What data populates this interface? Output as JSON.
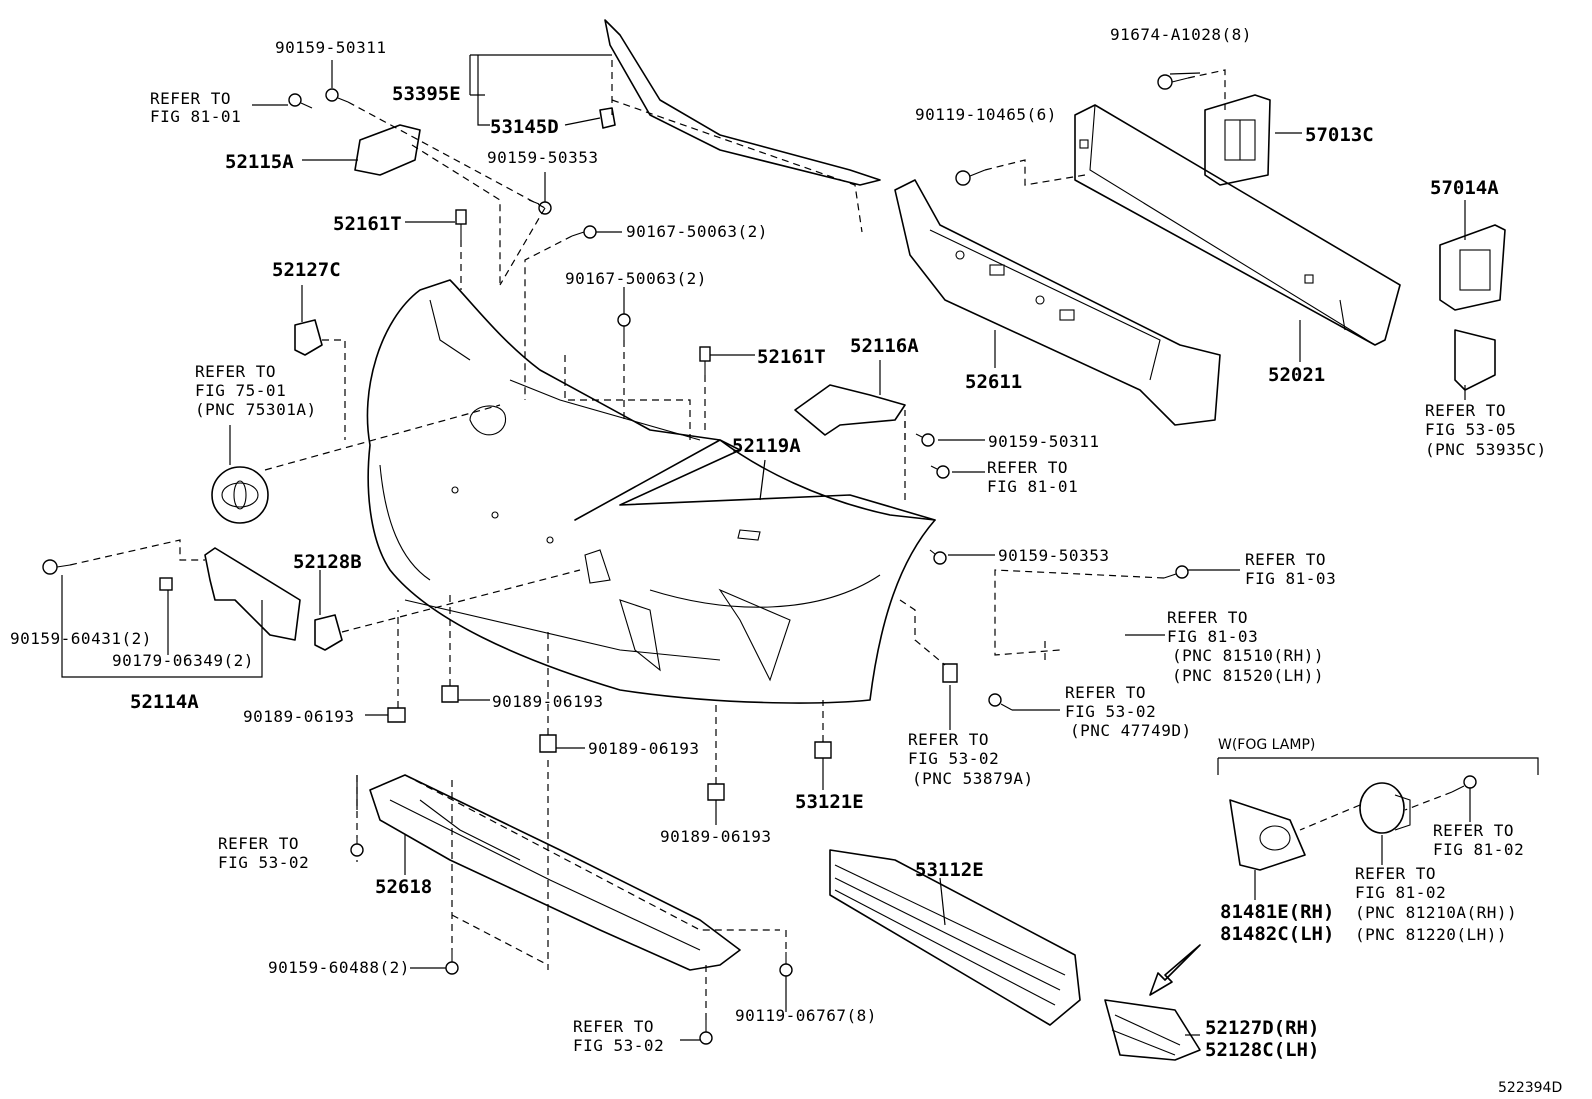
{
  "diagram_id": "522394D",
  "parts": {
    "p53395E": "53395E",
    "p53145D": "53145D",
    "p52115A": "52115A",
    "p52161T_a": "52161T",
    "p52161T_b": "52161T",
    "p52127C": "52127C",
    "p52116A": "52116A",
    "p52119A": "52119A",
    "p52128B": "52128B",
    "p52114A": "52114A",
    "p52611": "52611",
    "p52021": "52021",
    "p57013C": "57013C",
    "p57014A": "57014A",
    "p53121E": "53121E",
    "p52618": "52618",
    "p53112E": "53112E",
    "p81481E": "81481E(RH)",
    "p81482C": "81482C(LH)",
    "p52127D": "52127D(RH)",
    "p52128C": "52128C(LH)"
  },
  "fasteners": {
    "f90159_50311_top": "90159-50311",
    "f90159_50353_top": "90159-50353",
    "f90167_50063_a": "90167-50063(2)",
    "f90167_50063_b": "90167-50063(2)",
    "f91674_A1028": "91674-A1028(8)",
    "f90119_10465": "90119-10465(6)",
    "f90159_50311_mid": "90159-50311",
    "f90159_50353_mid": "90159-50353",
    "f90159_60431": "90159-60431(2)",
    "f90179_06349": "90179-06349(2)",
    "f90189_06193_a": "90189-06193",
    "f90189_06193_b": "90189-06193",
    "f90189_06193_c": "90189-06193",
    "f90189_06193_d": "90189-06193",
    "f90159_60488": "90159-60488(2)",
    "f90119_06767": "90119-06767(8)"
  },
  "references": {
    "r_top_left": [
      "REFER TO",
      "FIG 81-01"
    ],
    "r_emblem": [
      "REFER TO",
      "FIG 75-01",
      "(PNC 75301A)"
    ],
    "r_mid_81_01": [
      "REFER TO",
      "FIG 81-01"
    ],
    "r_81_03_a": [
      "REFER TO",
      "FIG 81-03"
    ],
    "r_81_03_b": [
      "REFER TO",
      "FIG 81-03",
      "(PNC 81510(RH))",
      "(PNC 81520(LH))"
    ],
    "r_53_02_a": [
      "REFER TO",
      "FIG 53-02",
      "(PNC 47749D)"
    ],
    "r_53_02_b": [
      "REFER TO",
      "FIG 53-02",
      "(PNC 53879A)"
    ],
    "r_53_05": [
      "REFER TO",
      "FIG 53-05",
      "(PNC 53935C)"
    ],
    "r_53_02_c": [
      "REFER TO",
      "FIG 53-02"
    ],
    "r_53_02_d": [
      "REFER TO",
      "FIG 53-02"
    ],
    "r_81_02_a": [
      "REFER TO",
      "FIG 81-02"
    ],
    "r_81_02_b": [
      "REFER TO",
      "FIG 81-02",
      "(PNC 81210A(RH))",
      "(PNC 81220(LH))"
    ]
  },
  "group_label": "W(FOG LAMP)"
}
